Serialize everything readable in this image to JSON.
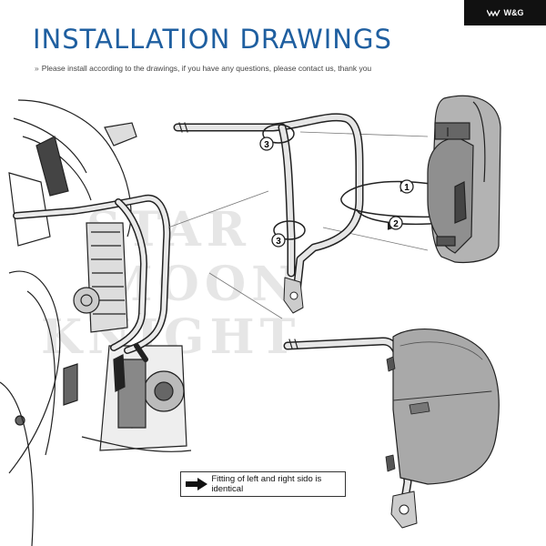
{
  "brand": {
    "logo_icon": "wg-logo-icon",
    "text": "W&G"
  },
  "header": {
    "title": "INSTALLATION DRAWINGS",
    "subtitle": "Please install according to the drawings, if you have any questions, please contact us, thank you",
    "subtitle_marker": "»"
  },
  "steps": {
    "one": "1",
    "two": "2",
    "three_top": "3",
    "three_bottom": "3"
  },
  "watermark": {
    "line1": "STAR",
    "line2": "MOON",
    "line3": "KNIGHT"
  },
  "note": {
    "icon": "right-arrow-icon",
    "text": "Fitting of left and right sido is identical"
  },
  "colors": {
    "title_blue": "#1f5fa0",
    "line": "#333333",
    "bag_fill": "#a9a9a9"
  }
}
